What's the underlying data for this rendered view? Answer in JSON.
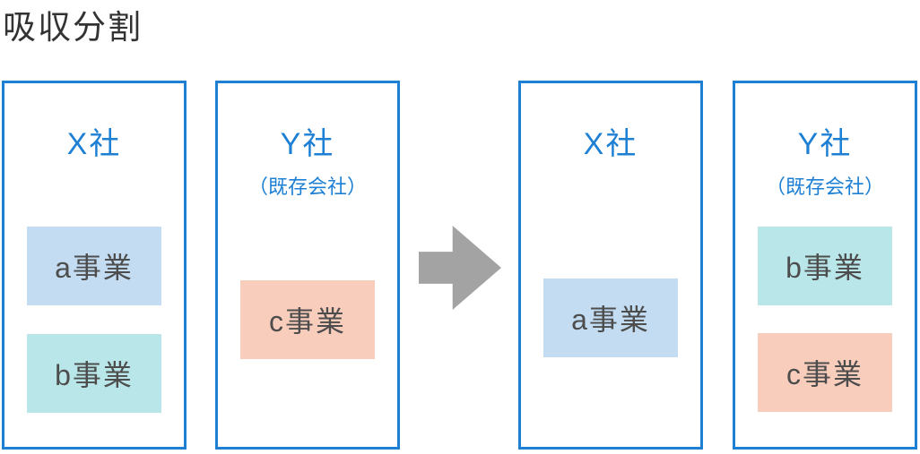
{
  "title": "吸収分割",
  "colors": {
    "border_blue": "#1e80d4",
    "company_text_blue": "#1e80d4",
    "business_a_fill": "#c3dcf2",
    "business_b_fill": "#b9e7e9",
    "business_c_fill": "#f9cdbc",
    "arrow_gray": "#a3a3a3",
    "title_text": "#333333",
    "business_text": "#4d4d4d"
  },
  "arrow": {
    "direction": "right",
    "color": "#a3a3a3"
  },
  "before": {
    "companies": [
      {
        "name": "X社",
        "subtitle": "",
        "businesses": [
          {
            "label": "a事業",
            "color": "#c3dcf2"
          },
          {
            "label": "b事業",
            "color": "#b9e7e9"
          }
        ]
      },
      {
        "name": "Y社",
        "subtitle": "（既存会社）",
        "businesses": [
          {
            "label": "c事業",
            "color": "#f9cdbc"
          }
        ]
      }
    ]
  },
  "after": {
    "companies": [
      {
        "name": "X社",
        "subtitle": "",
        "businesses": [
          {
            "label": "a事業",
            "color": "#c3dcf2"
          }
        ]
      },
      {
        "name": "Y社",
        "subtitle": "（既存会社）",
        "businesses": [
          {
            "label": "b事業",
            "color": "#b9e7e9"
          },
          {
            "label": "c事業",
            "color": "#f9cdbc"
          }
        ]
      }
    ]
  }
}
